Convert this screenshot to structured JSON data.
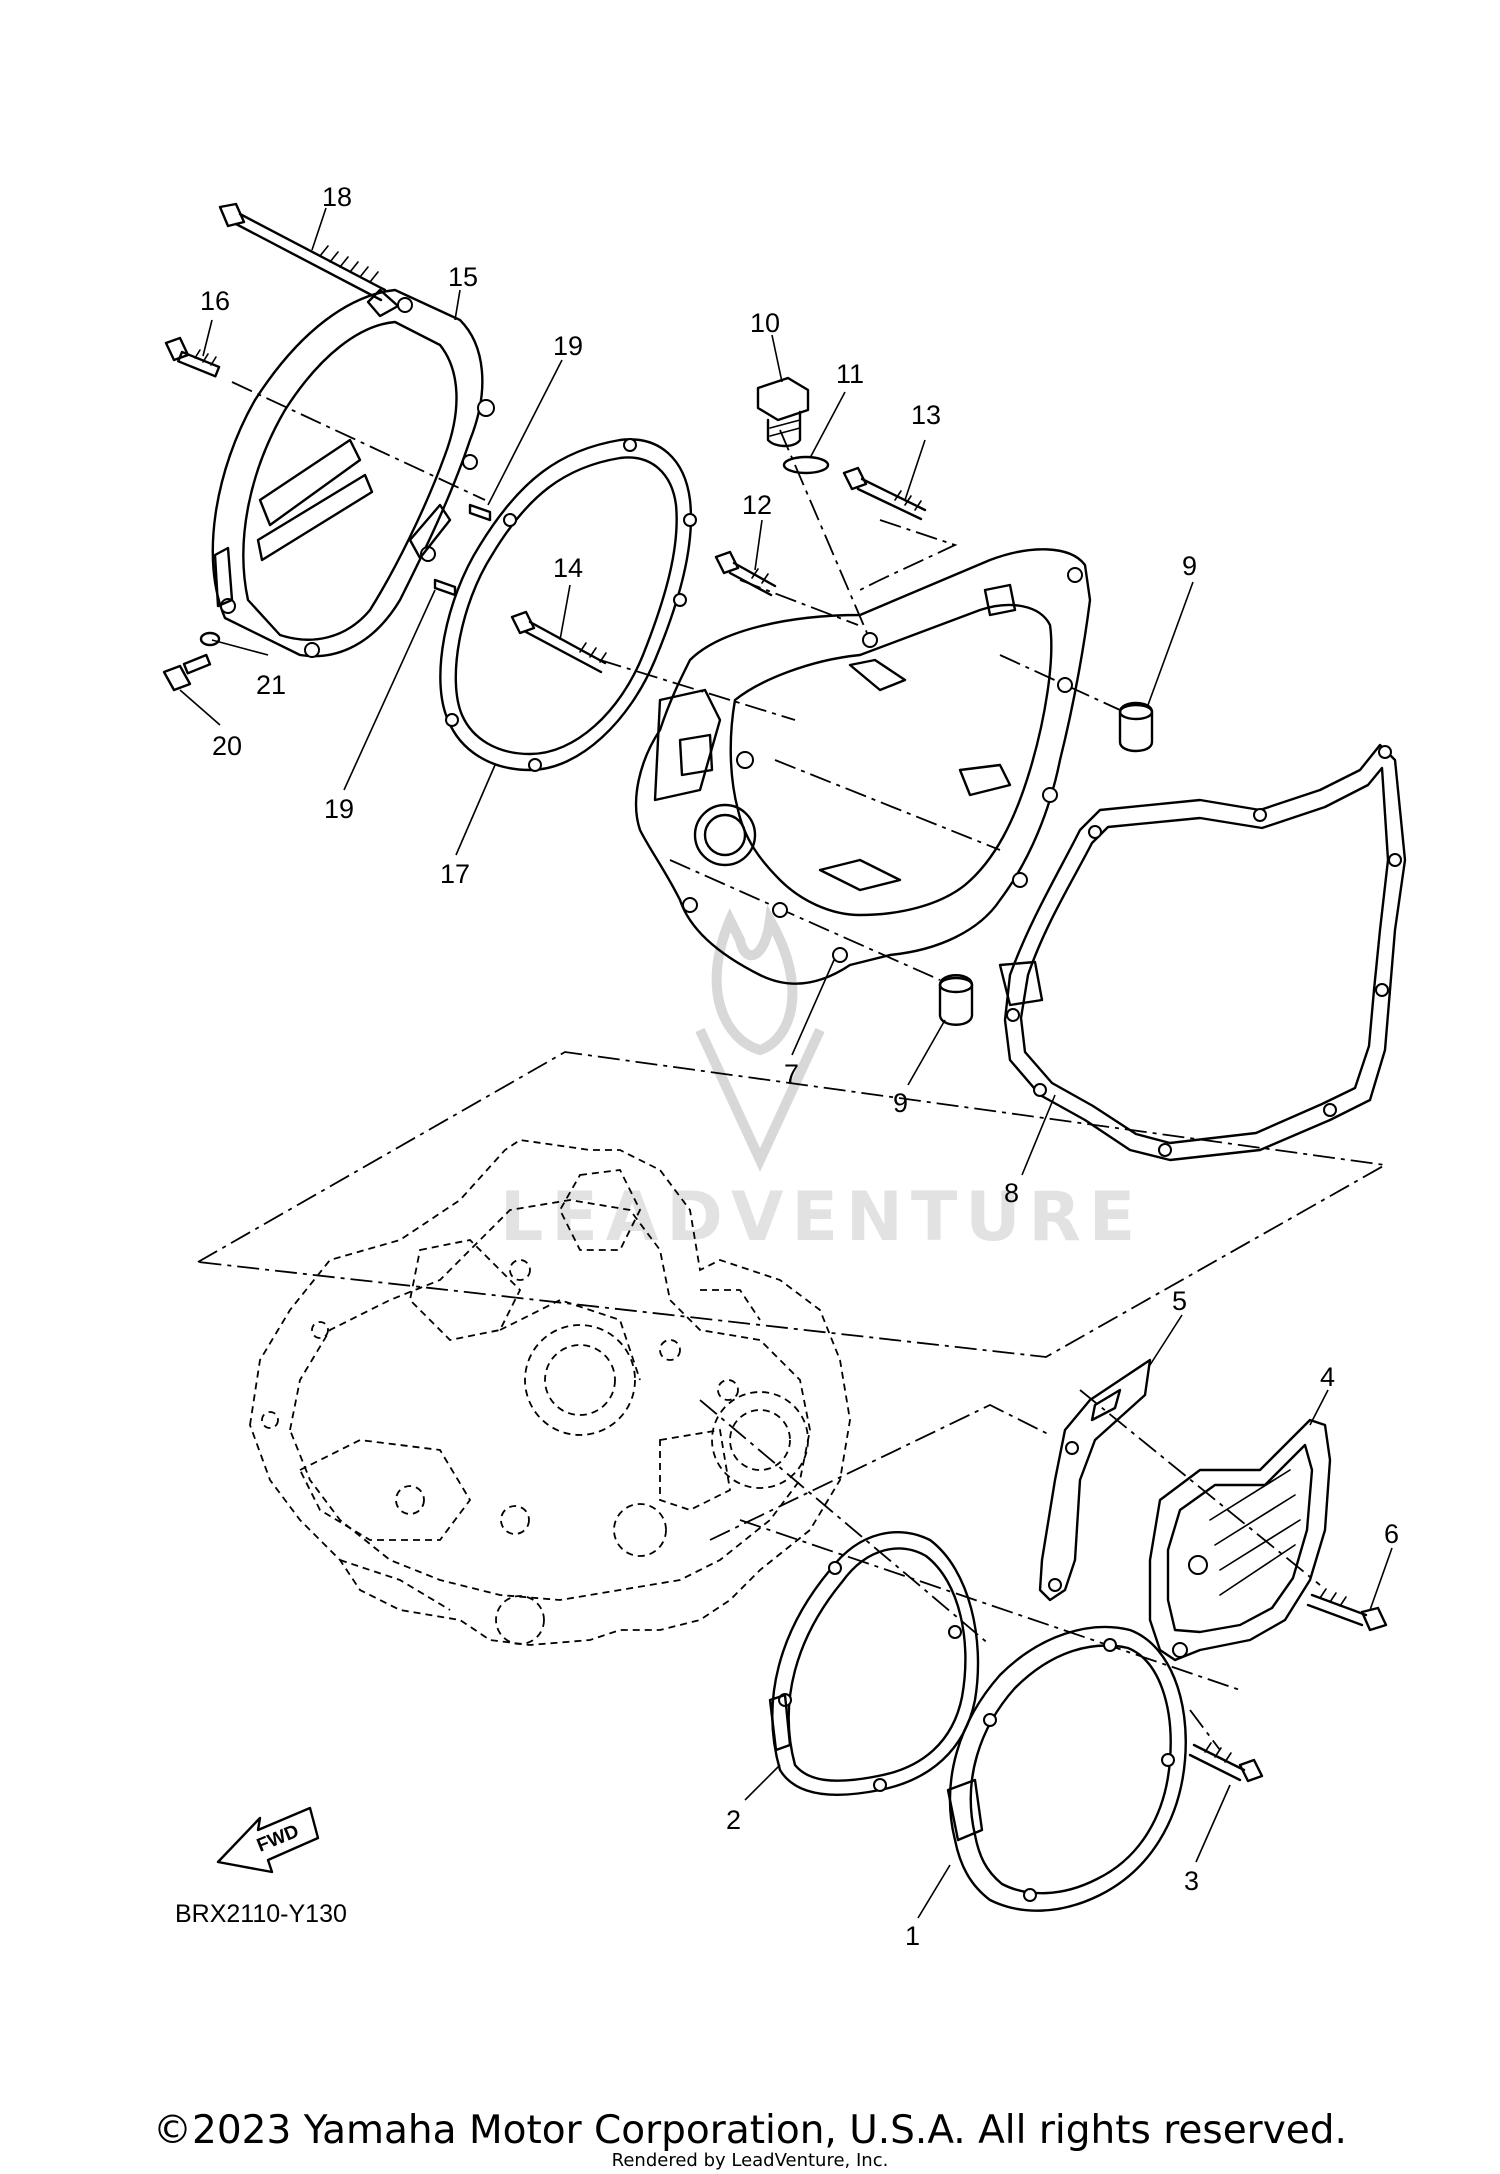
{
  "diagram": {
    "figure_code": "BRX2110-Y130",
    "direction_label": "FWD",
    "watermark": "LEADVENTURE",
    "callouts": [
      {
        "id": "1",
        "label": "1"
      },
      {
        "id": "2",
        "label": "2"
      },
      {
        "id": "3",
        "label": "3"
      },
      {
        "id": "4",
        "label": "4"
      },
      {
        "id": "5",
        "label": "5"
      },
      {
        "id": "6",
        "label": "6"
      },
      {
        "id": "7",
        "label": "7"
      },
      {
        "id": "8",
        "label": "8"
      },
      {
        "id": "9a",
        "label": "9"
      },
      {
        "id": "9b",
        "label": "9"
      },
      {
        "id": "10",
        "label": "10"
      },
      {
        "id": "11",
        "label": "11"
      },
      {
        "id": "12",
        "label": "12"
      },
      {
        "id": "13",
        "label": "13"
      },
      {
        "id": "14",
        "label": "14"
      },
      {
        "id": "15",
        "label": "15"
      },
      {
        "id": "16",
        "label": "16"
      },
      {
        "id": "17",
        "label": "17"
      },
      {
        "id": "18",
        "label": "18"
      },
      {
        "id": "19a",
        "label": "19"
      },
      {
        "id": "19b",
        "label": "19"
      },
      {
        "id": "20",
        "label": "20"
      },
      {
        "id": "21",
        "label": "21"
      }
    ]
  },
  "footer": {
    "copyright": "©2023 Yamaha Motor Corporation, U.S.A. All rights reserved.",
    "rendered_by": "Rendered by LeadVenture, Inc."
  }
}
